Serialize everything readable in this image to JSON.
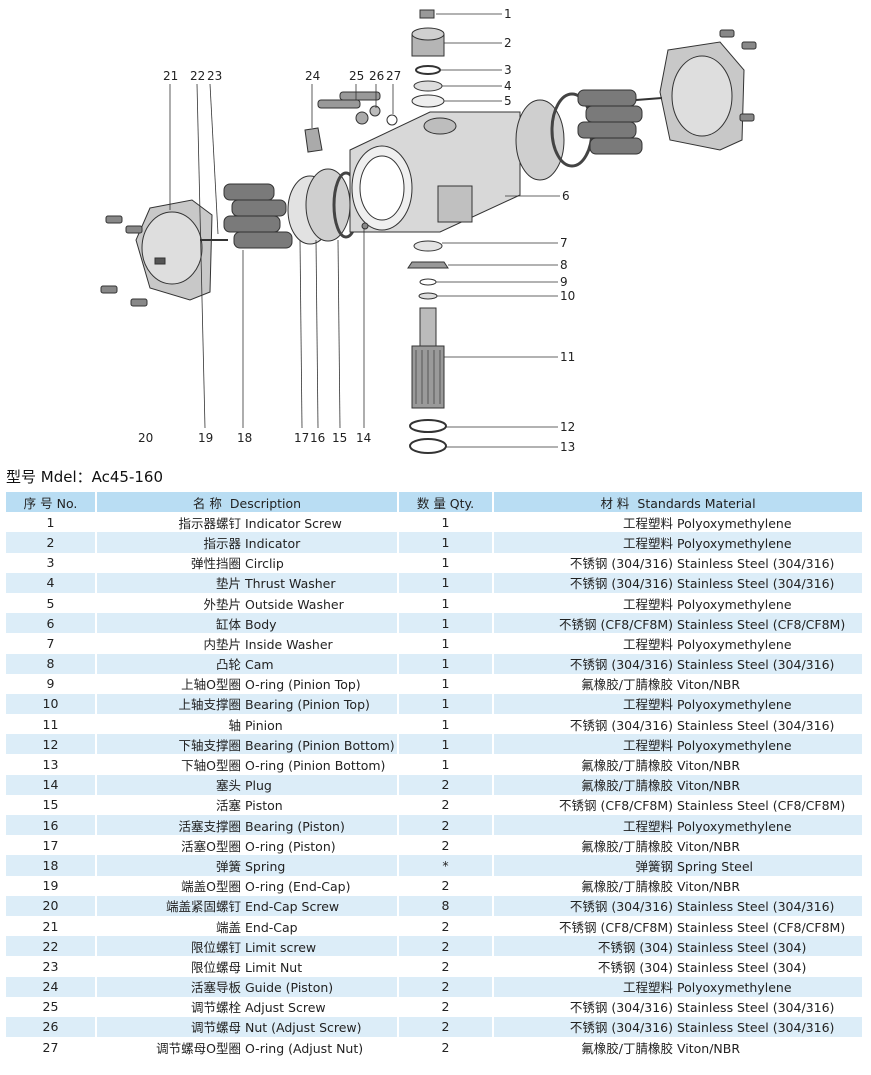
{
  "diagram": {
    "callouts": [
      "1",
      "2",
      "3",
      "4",
      "5",
      "6",
      "7",
      "8",
      "9",
      "10",
      "11",
      "12",
      "13",
      "14",
      "15",
      "16",
      "17",
      "18",
      "19",
      "20",
      "21",
      "22",
      "23",
      "24",
      "25",
      "26",
      "27"
    ]
  },
  "model_title": "型号 Mdel：Ac45-160",
  "table": {
    "headers": {
      "no": "序 号 No.",
      "name_cn": "名 称",
      "name_en": "Description",
      "qty": "数 量 Qty.",
      "mat_cn": "材 料",
      "mat_en": "Standards Material"
    },
    "rows": [
      {
        "no": "1",
        "name_cn": "指示器螺钉",
        "name_en": "Indicator Screw",
        "qty": "1",
        "mat_cn": "工程塑料",
        "mat_en": "Polyoxymethylene"
      },
      {
        "no": "2",
        "name_cn": "指示器",
        "name_en": "Indicator",
        "qty": "1",
        "mat_cn": "工程塑料",
        "mat_en": "Polyoxymethylene"
      },
      {
        "no": "3",
        "name_cn": "弹性挡圈",
        "name_en": "Circlip",
        "qty": "1",
        "mat_cn": "不锈钢 (304/316)",
        "mat_en": "Stainless Steel (304/316)"
      },
      {
        "no": "4",
        "name_cn": "垫片",
        "name_en": "Thrust Washer",
        "qty": "1",
        "mat_cn": "不锈钢 (304/316)",
        "mat_en": "Stainless Steel (304/316)"
      },
      {
        "no": "5",
        "name_cn": "外垫片",
        "name_en": "Outside Washer",
        "qty": "1",
        "mat_cn": "工程塑料",
        "mat_en": "Polyoxymethylene"
      },
      {
        "no": "6",
        "name_cn": "缸体",
        "name_en": "Body",
        "qty": "1",
        "mat_cn": "不锈钢 (CF8/CF8M)",
        "mat_en": "Stainless Steel (CF8/CF8M)"
      },
      {
        "no": "7",
        "name_cn": "内垫片",
        "name_en": "Inside Washer",
        "qty": "1",
        "mat_cn": "工程塑料",
        "mat_en": "Polyoxymethylene"
      },
      {
        "no": "8",
        "name_cn": "凸轮",
        "name_en": "Cam",
        "qty": "1",
        "mat_cn": "不锈钢 (304/316)",
        "mat_en": "Stainless Steel (304/316)"
      },
      {
        "no": "9",
        "name_cn": "上轴O型圈",
        "name_en": "O-ring (Pinion Top)",
        "qty": "1",
        "mat_cn": "氟橡胶/丁腈橡胶",
        "mat_en": "Viton/NBR"
      },
      {
        "no": "10",
        "name_cn": "上轴支撑圈",
        "name_en": "Bearing (Pinion Top)",
        "qty": "1",
        "mat_cn": "工程塑料",
        "mat_en": "Polyoxymethylene"
      },
      {
        "no": "11",
        "name_cn": "轴",
        "name_en": "Pinion",
        "qty": "1",
        "mat_cn": "不锈钢 (304/316)",
        "mat_en": "Stainless Steel (304/316)"
      },
      {
        "no": "12",
        "name_cn": "下轴支撑圈",
        "name_en": "Bearing (Pinion Bottom)",
        "qty": "1",
        "mat_cn": "工程塑料",
        "mat_en": "Polyoxymethylene"
      },
      {
        "no": "13",
        "name_cn": "下轴O型圈",
        "name_en": "O-ring (Pinion Bottom)",
        "qty": "1",
        "mat_cn": "氟橡胶/丁腈橡胶",
        "mat_en": "Viton/NBR"
      },
      {
        "no": "14",
        "name_cn": "塞头",
        "name_en": "Plug",
        "qty": "2",
        "mat_cn": "氟橡胶/丁腈橡胶",
        "mat_en": "Viton/NBR"
      },
      {
        "no": "15",
        "name_cn": "活塞",
        "name_en": "Piston",
        "qty": "2",
        "mat_cn": "不锈钢 (CF8/CF8M)",
        "mat_en": "Stainless Steel (CF8/CF8M)"
      },
      {
        "no": "16",
        "name_cn": "活塞支撑圈",
        "name_en": "Bearing (Piston)",
        "qty": "2",
        "mat_cn": "工程塑料",
        "mat_en": "Polyoxymethylene"
      },
      {
        "no": "17",
        "name_cn": "活塞O型圈",
        "name_en": "O-ring (Piston)",
        "qty": "2",
        "mat_cn": "氟橡胶/丁腈橡胶",
        "mat_en": "Viton/NBR"
      },
      {
        "no": "18",
        "name_cn": "弹簧",
        "name_en": "Spring",
        "qty": "*",
        "mat_cn": "弹簧钢",
        "mat_en": "Spring Steel"
      },
      {
        "no": "19",
        "name_cn": "端盖O型圈",
        "name_en": "O-ring (End-Cap)",
        "qty": "2",
        "mat_cn": "氟橡胶/丁腈橡胶",
        "mat_en": "Viton/NBR"
      },
      {
        "no": "20",
        "name_cn": "端盖紧固螺钉",
        "name_en": "End-Cap Screw",
        "qty": "8",
        "mat_cn": "不锈钢 (304/316)",
        "mat_en": "Stainless Steel (304/316)"
      },
      {
        "no": "21",
        "name_cn": "端盖",
        "name_en": "End-Cap",
        "qty": "2",
        "mat_cn": "不锈钢 (CF8/CF8M)",
        "mat_en": "Stainless Steel (CF8/CF8M)"
      },
      {
        "no": "22",
        "name_cn": "限位螺钉",
        "name_en": "Limit screw",
        "qty": "2",
        "mat_cn": "不锈钢 (304)",
        "mat_en": "Stainless Steel (304)"
      },
      {
        "no": "23",
        "name_cn": "限位螺母",
        "name_en": "Limit Nut",
        "qty": "2",
        "mat_cn": "不锈钢 (304)",
        "mat_en": "Stainless Steel (304)"
      },
      {
        "no": "24",
        "name_cn": "活塞导板",
        "name_en": "Guide (Piston)",
        "qty": "2",
        "mat_cn": "工程塑料",
        "mat_en": "Polyoxymethylene"
      },
      {
        "no": "25",
        "name_cn": "调节螺栓",
        "name_en": "Adjust Screw",
        "qty": "2",
        "mat_cn": "不锈钢 (304/316)",
        "mat_en": "Stainless Steel (304/316)"
      },
      {
        "no": "26",
        "name_cn": "调节螺母",
        "name_en": "Nut (Adjust Screw)",
        "qty": "2",
        "mat_cn": "不锈钢 (304/316)",
        "mat_en": "Stainless Steel (304/316)"
      },
      {
        "no": "27",
        "name_cn": "调节螺母O型圈",
        "name_en": "O-ring (Adjust Nut)",
        "qty": "2",
        "mat_cn": "氟橡胶/丁腈橡胶",
        "mat_en": "Viton/NBR"
      }
    ]
  }
}
